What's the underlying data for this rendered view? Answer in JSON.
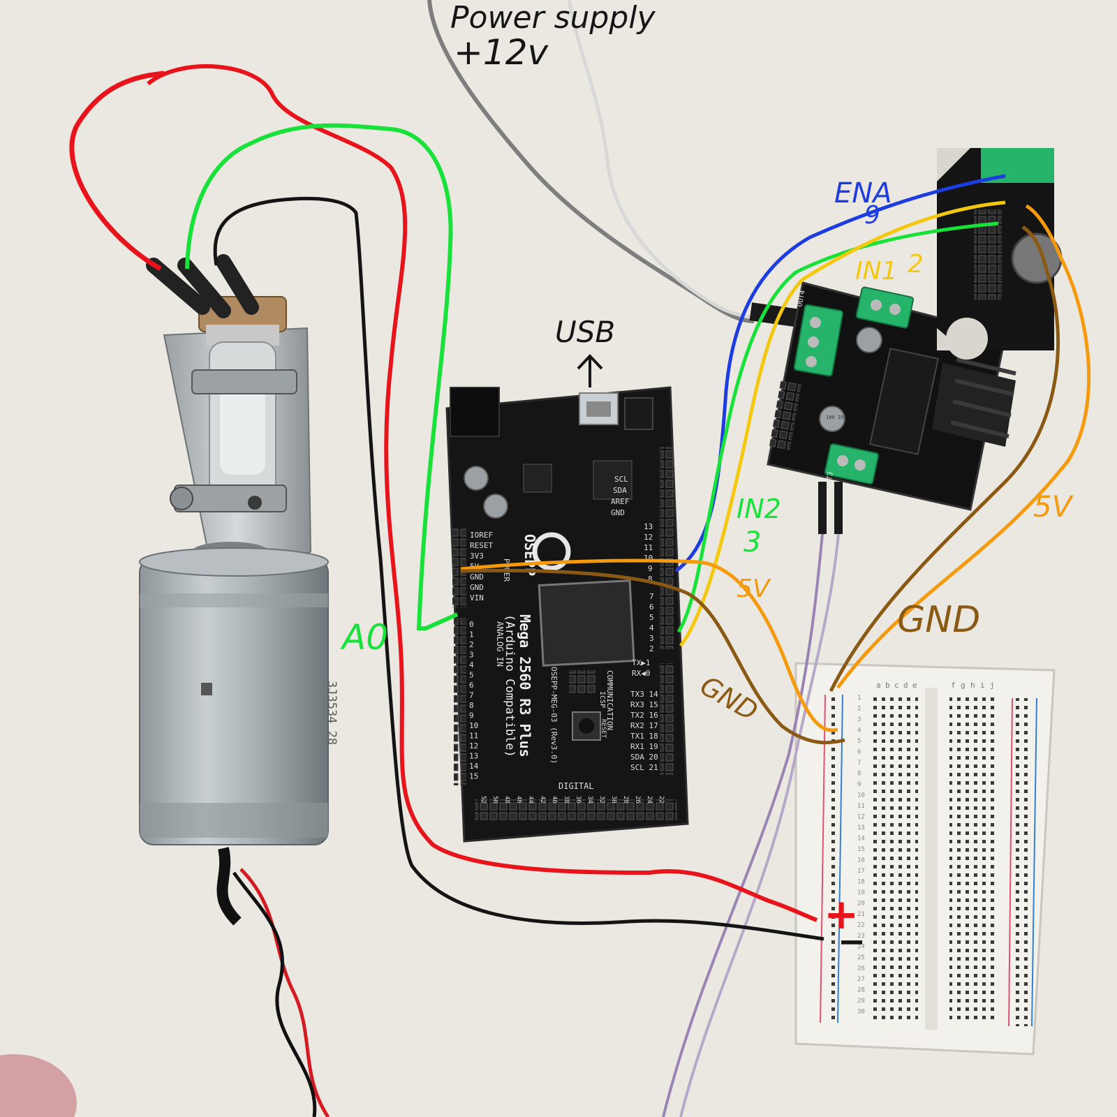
{
  "annotations": {
    "power_supply": "Power supply",
    "plus_12v": "+12v",
    "usb": "USB",
    "ena": "ENA",
    "ena_pin": "9",
    "in1": "IN1",
    "in1_pin": "2",
    "in2": "IN2",
    "in2_pin": "3",
    "five_v_a": "5V",
    "five_v_b": "5V",
    "gnd_a": "GND",
    "gnd_b": "GND",
    "a0": "A0",
    "plus": "+",
    "minus": "−"
  },
  "board": {
    "brand": "OSEPP",
    "model_line1": "Mega 2560 R3 Plus",
    "model_line2": "(Arduino Compatible)",
    "rev": "OSEPP-MEG-03 (Rev3.0)",
    "analog_in": "ANALOG IN",
    "digital": "DIGITAL",
    "communication": "COMMUNICATION",
    "power": "POWER",
    "icsp": "ICSP",
    "reset": "RESET",
    "left_header": [
      "IOREF",
      "RESET",
      "3V3",
      "5V",
      "GND",
      "GND",
      "VIN"
    ],
    "analog_pins": [
      "0",
      "1",
      "2",
      "3",
      "4",
      "5",
      "6",
      "7",
      "8",
      "9",
      "10",
      "11",
      "12",
      "13",
      "14",
      "15"
    ],
    "top_right_header": [
      "SCL",
      "SDA",
      "AREF",
      "GND",
      "13",
      "12",
      "11",
      "10",
      "9",
      "8"
    ],
    "pwm_pins": [
      "7",
      "6",
      "5",
      "4",
      "3",
      "2"
    ],
    "comm_pins": [
      "TX▶1",
      "RX◀0",
      "TX3 14",
      "RX3 15",
      "TX2 16",
      "RX2 17",
      "TX1 18",
      "RX1 19",
      "SDA 20",
      "SCL 21"
    ],
    "digital_pins": [
      "52",
      "50",
      "48",
      "46",
      "44",
      "42",
      "40",
      "38",
      "36",
      "34",
      "32",
      "30",
      "28",
      "26",
      "24",
      "22"
    ]
  },
  "motor_label": "3J3534 28",
  "driver": {
    "out3": "OUT3",
    "out4": "OUT4",
    "cap": "100 25V"
  },
  "breadboard": {
    "cols_left": [
      "a",
      "b",
      "c",
      "d",
      "e"
    ],
    "cols_right": [
      "f",
      "g",
      "h",
      "i",
      "j"
    ],
    "rows": 30
  },
  "colors": {
    "red_wire": "#e8141c",
    "green_wire": "#18e23a",
    "black_wire": "#141414",
    "blue_wire": "#1d3de0",
    "yellow_wire": "#f5c810",
    "orange_wire": "#f59a0c",
    "brown_wire": "#8a5a14",
    "gray_wire": "#8a8a8a",
    "purple_wire": "#9a84b4"
  }
}
